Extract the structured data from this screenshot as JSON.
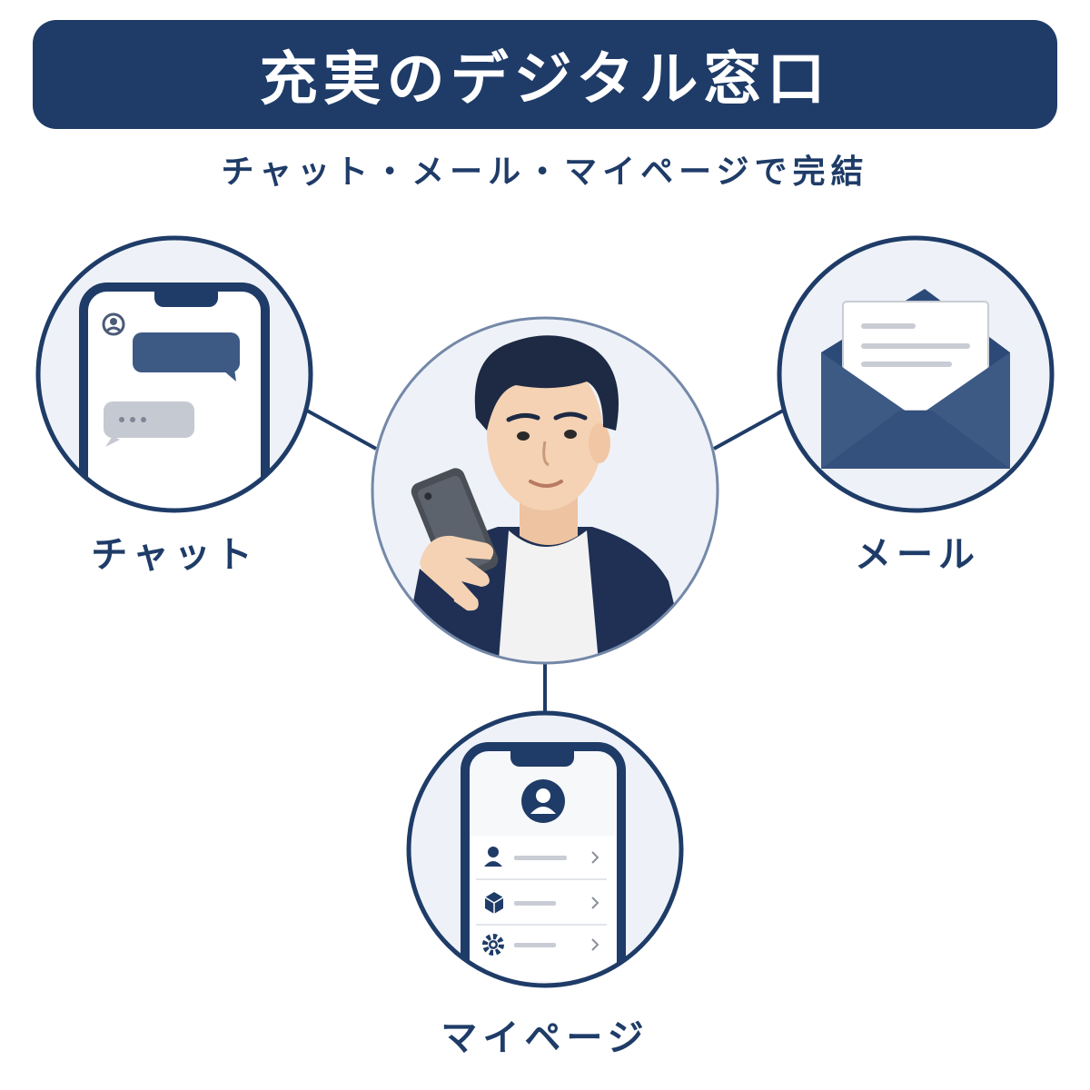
{
  "header": {
    "title": "充実のデジタル窓口",
    "subtitle": "チャット・メール・マイページで完結"
  },
  "nodes": {
    "chat": {
      "label": "チャット",
      "icon": "chat-phone-icon"
    },
    "mail": {
      "label": "メール",
      "icon": "envelope-icon"
    },
    "mypage": {
      "label": "マイページ",
      "icon": "mypage-phone-icon"
    },
    "center": {
      "icon": "man-with-phone-illustration"
    }
  },
  "colors": {
    "primary": "#1f3c68",
    "bubble_gray": "#c5c9d1",
    "line_gray": "#c9ccd4",
    "circle_fill": "#eef2f8",
    "skin": "#f5d2b4"
  }
}
